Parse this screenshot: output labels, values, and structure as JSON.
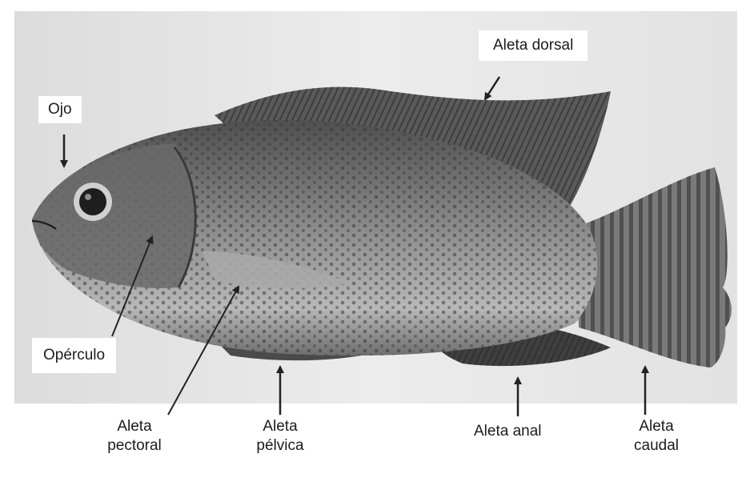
{
  "labels": {
    "ojo": "Ojo",
    "aleta_dorsal": "Aleta dorsal",
    "operculo": "Opérculo",
    "aleta_pectoral": [
      "Aleta",
      "pectoral"
    ],
    "aleta_pelvica": [
      "Aleta",
      "pélvica"
    ],
    "aleta_anal": "Aleta anal",
    "aleta_caudal": [
      "Aleta",
      "caudal"
    ]
  },
  "colors": {
    "background": "#ffffff",
    "photo_background": "#e9e9e9",
    "fish_body": "#8d8d8d",
    "text": "#1c1c1c",
    "arrow": "#222222"
  }
}
